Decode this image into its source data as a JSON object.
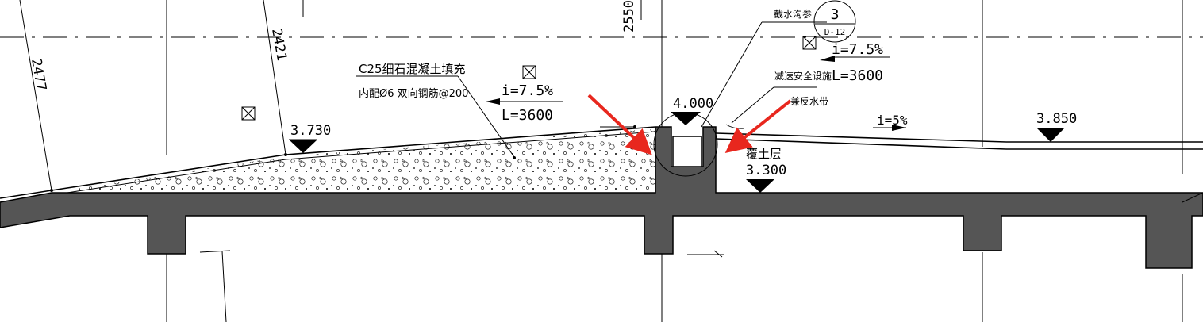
{
  "dimensions": {
    "d_2477": "2477",
    "d_2421": "2421",
    "d_2550": "2550"
  },
  "notes": {
    "fill_line1": "C25细石混凝土填充",
    "fill_line2": "内配Ø6 双向钢筋@200",
    "left_slope": "i=7.5%",
    "left_length": "L=3600",
    "right_slope": "i=7.5%",
    "right_length": "L=3600",
    "far_slope": "i=5%",
    "drain_ref": "截水沟参",
    "speed_bump_1": "减速安全设施",
    "speed_bump_2": "兼反水带",
    "soil_cover": "覆土层"
  },
  "detail_callout": {
    "number": "3",
    "sheet": "D-12"
  },
  "elevations": {
    "e_3730": "3.730",
    "e_4000": "4.000",
    "e_3300": "3.300",
    "e_3850": "3.850"
  },
  "colors": {
    "structure": "#555555",
    "arrow": "#e8271e",
    "line": "#000000"
  }
}
